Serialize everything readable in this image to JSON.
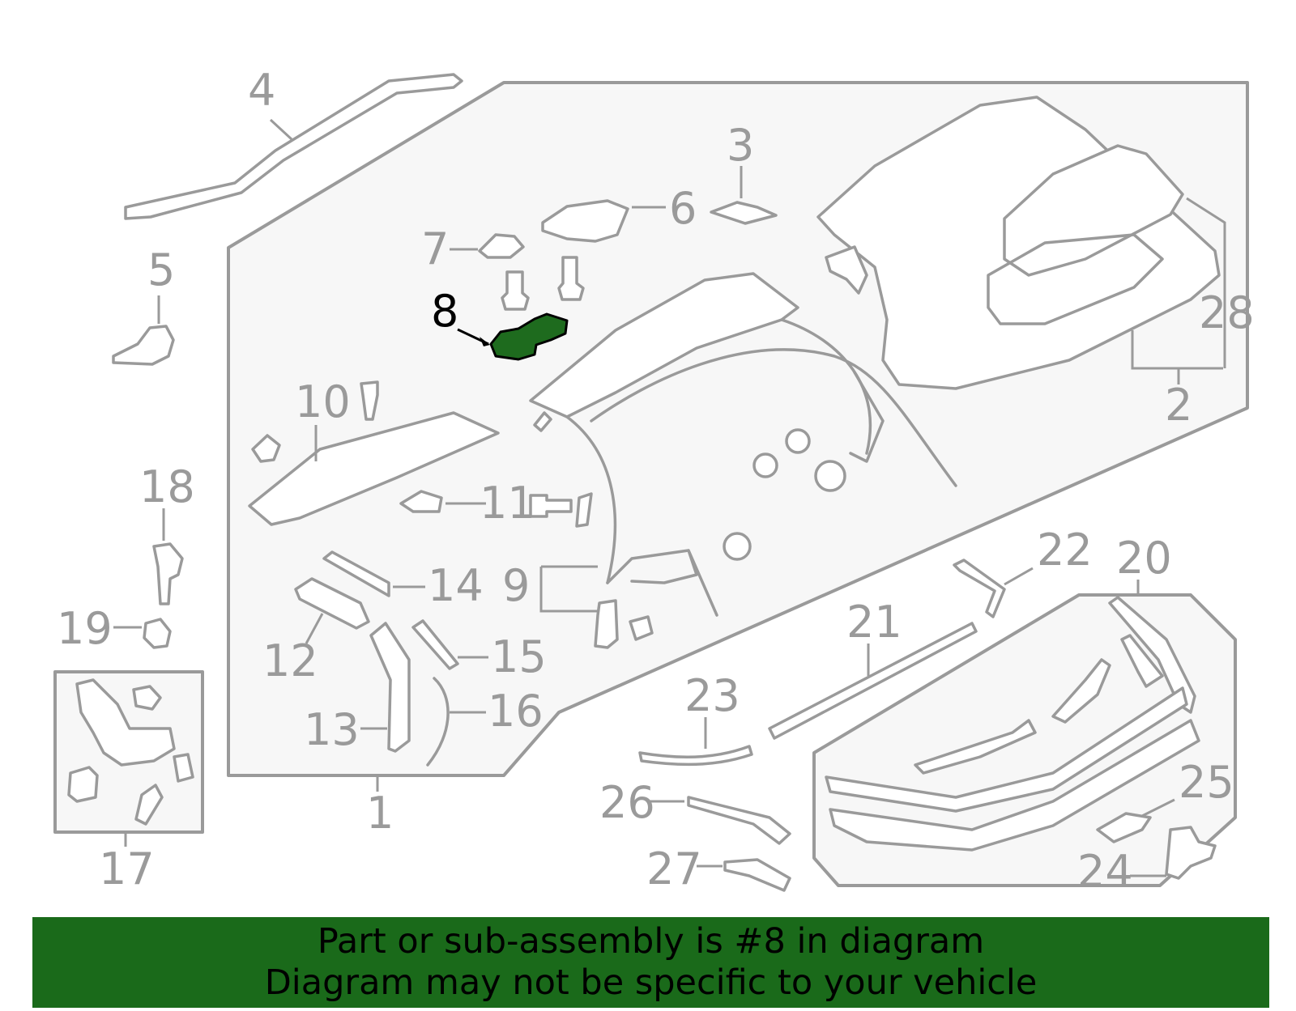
{
  "banner": {
    "line1": "Part or sub-assembly is #8 in diagram",
    "line2": "Diagram may not be specific to your vehicle",
    "background_color": "#1a6a1a"
  },
  "diagram": {
    "highlight_color": "#1e6b1e",
    "line_color": "#9a9a9a",
    "highlighted_callout": "8",
    "callouts": {
      "c1": "1",
      "c2": "2",
      "c3": "3",
      "c4": "4",
      "c5": "5",
      "c6": "6",
      "c7": "7",
      "c8": "8",
      "c9": "9",
      "c10": "10",
      "c11": "11",
      "c12": "12",
      "c13": "13",
      "c14": "14",
      "c15": "15",
      "c16": "16",
      "c17": "17",
      "c18": "18",
      "c19": "19",
      "c20": "20",
      "c21": "21",
      "c22": "22",
      "c23": "23",
      "c24": "24",
      "c25": "25",
      "c26": "26",
      "c27": "27",
      "c28": "28"
    }
  }
}
